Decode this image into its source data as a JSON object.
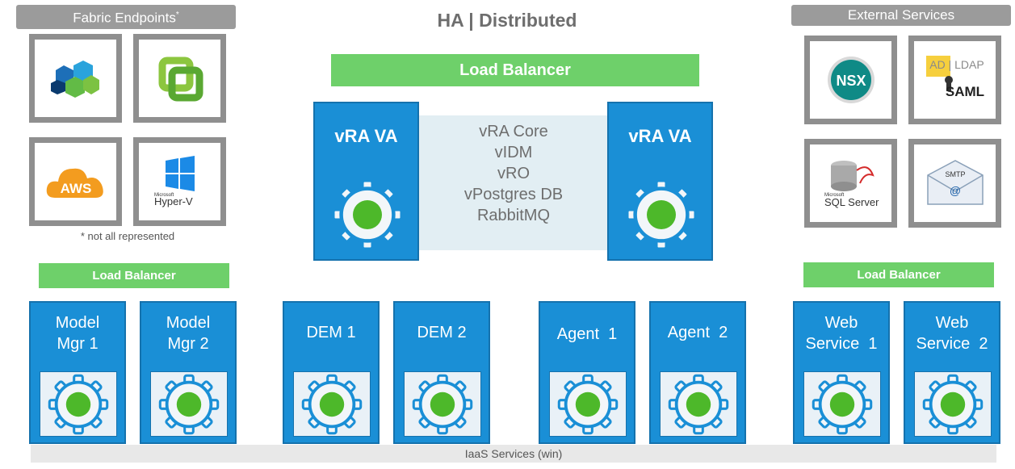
{
  "title": "HA | Distributed",
  "fabric": {
    "header": "Fabric Endpoints",
    "header_mark": "*",
    "note": "* not all represented",
    "tiles": [
      {
        "icon": "vmware-vsphere-icon"
      },
      {
        "icon": "vrealize-icon"
      },
      {
        "icon": "aws-icon",
        "label": "AWS"
      },
      {
        "icon": "hyper-v-icon",
        "small": "Microsoft",
        "label": "Hyper-V"
      }
    ]
  },
  "external": {
    "header": "External Services",
    "nsx": "NSX",
    "ad": "AD | LDAP",
    "saml": "SAML",
    "sql_small": "Microsoft",
    "sql": "SQL Server",
    "smtp": "SMTP",
    "at": "@"
  },
  "top_lb": "Load Balancer",
  "vra_left": "vRA VA",
  "vra_right": "vRA VA",
  "core_services": [
    "vRA Core",
    "vIDM",
    "vRO",
    "vPostgres DB",
    "RabbitMQ"
  ],
  "lb_left": "Load Balancer",
  "lb_right": "Load Balancer",
  "iaas": {
    "mm1": [
      "Model",
      "Mgr 1"
    ],
    "mm2": [
      "Model",
      "Mgr 2"
    ],
    "dem1": "DEM 1",
    "dem2": "DEM 2",
    "agent1": "Agent  1",
    "agent2": "Agent  2",
    "ws1": [
      "Web",
      "Service  1"
    ],
    "ws2": [
      "Web",
      "Service  2"
    ]
  },
  "footer": "IaaS Services (win)",
  "colors": {
    "blue": "#1a8fd6",
    "green": "#6ed06a",
    "gray": "#9b9b9b",
    "gear_green": "#4db82a"
  }
}
